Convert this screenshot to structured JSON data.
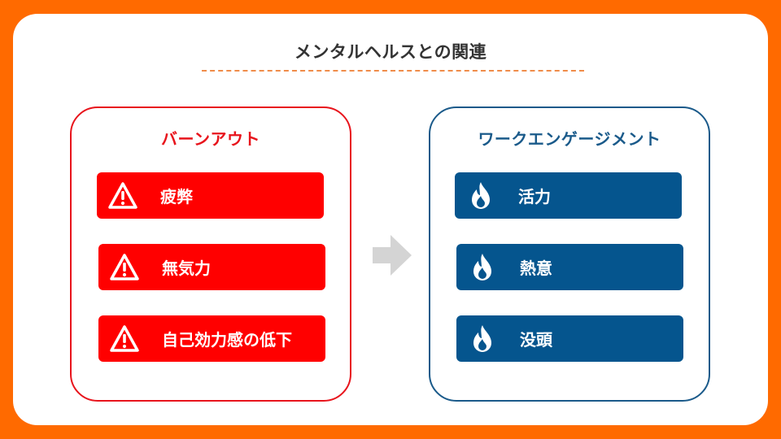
{
  "slide": {
    "title": "メンタルヘルスとの関連",
    "burnout": {
      "heading": "バーンアウト",
      "items": [
        {
          "label": "疲弊",
          "icon": "warning-icon"
        },
        {
          "label": "無気力",
          "icon": "warning-icon"
        },
        {
          "label": "自己効力感の低下",
          "icon": "warning-icon"
        }
      ],
      "color": "#e8141c"
    },
    "engagement": {
      "heading": "ワークエンゲージメント",
      "items": [
        {
          "label": "活力",
          "icon": "flame-icon"
        },
        {
          "label": "熱意",
          "icon": "flame-icon"
        },
        {
          "label": "没頭",
          "icon": "flame-icon"
        }
      ],
      "color": "#1a5a8a"
    },
    "arrow_icon": "right-arrow-icon",
    "colors": {
      "background": "#ff6a00",
      "card": "#ffffff",
      "red_item": "#ff0000",
      "blue_item": "#05558e",
      "arrow": "#d4d4d4",
      "divider": "#f08c4a"
    }
  }
}
